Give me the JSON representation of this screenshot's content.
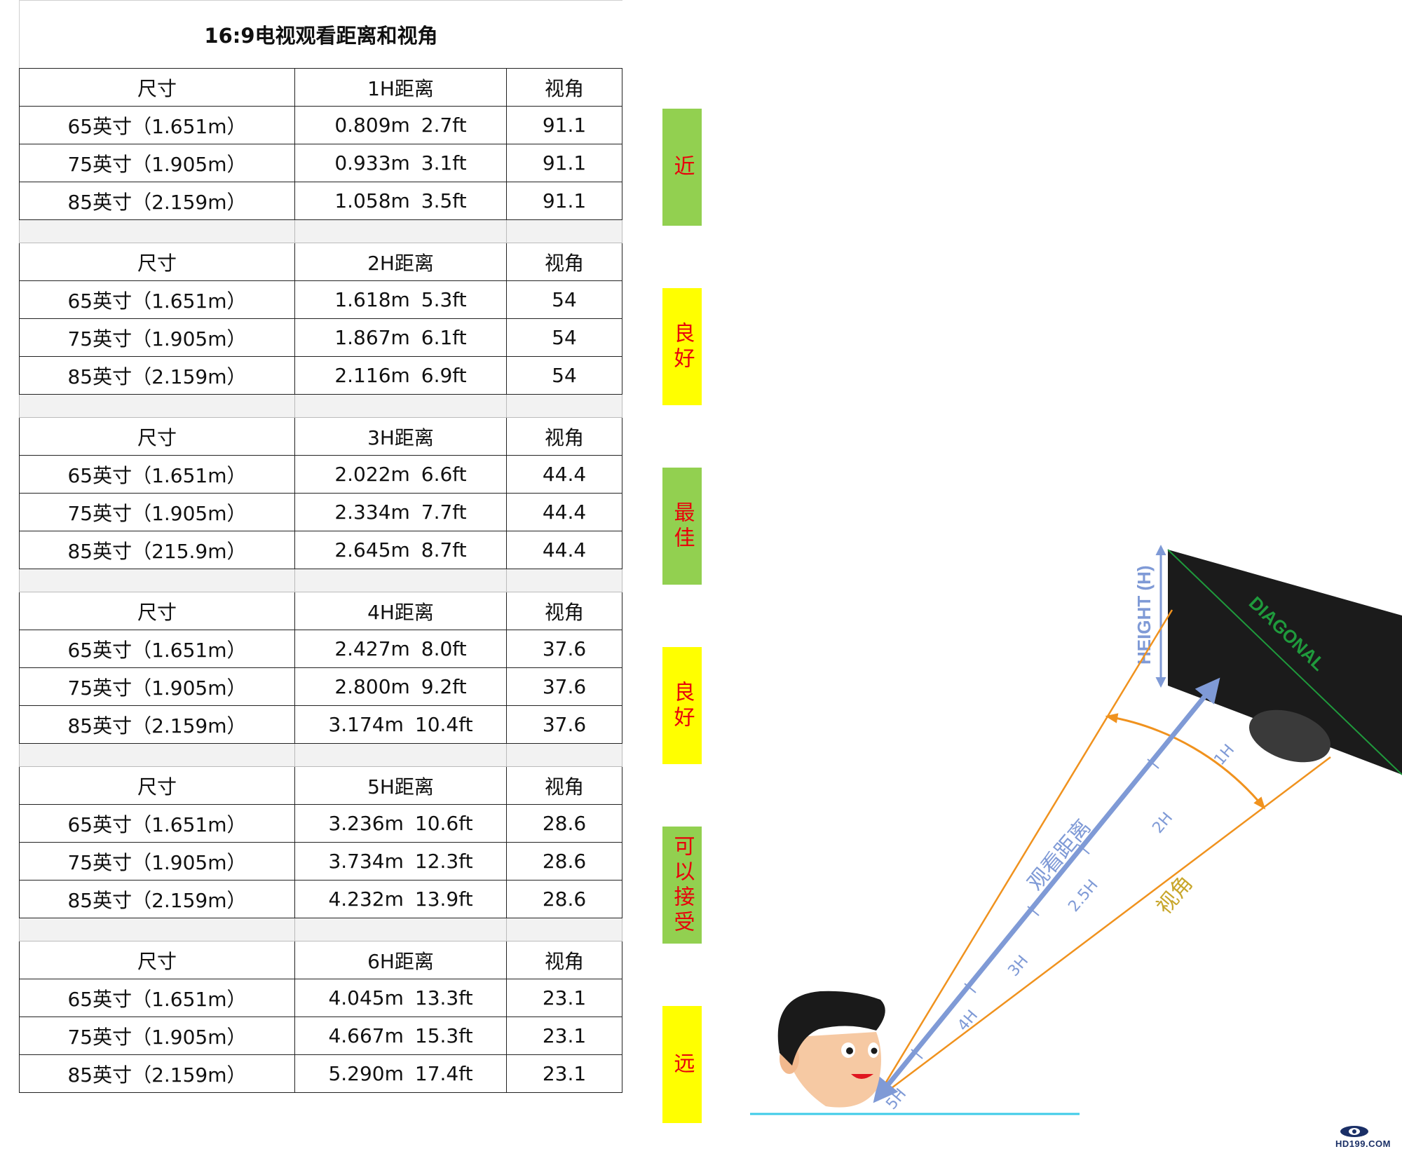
{
  "title": "16:9电视观看距离和视角",
  "header": {
    "size": "尺寸",
    "angle": "视角"
  },
  "sections": [
    {
      "distance_header": "1H距离",
      "badge": {
        "label": "近",
        "color": "#92d050"
      },
      "rows": [
        {
          "size": "65英寸（1.651m）",
          "dist_m": "0.809m",
          "dist_ft": "2.7ft",
          "angle": "91.1"
        },
        {
          "size": "75英寸（1.905m）",
          "dist_m": "0.933m",
          "dist_ft": "3.1ft",
          "angle": "91.1"
        },
        {
          "size": "85英寸（2.159m）",
          "dist_m": "1.058m",
          "dist_ft": "3.5ft",
          "angle": "91.1"
        }
      ]
    },
    {
      "distance_header": "2H距离",
      "badge": {
        "label": "良好",
        "color": "#ffff00"
      },
      "rows": [
        {
          "size": "65英寸（1.651m）",
          "dist_m": "1.618m",
          "dist_ft": "5.3ft",
          "angle": "54"
        },
        {
          "size": "75英寸（1.905m）",
          "dist_m": "1.867m",
          "dist_ft": "6.1ft",
          "angle": "54"
        },
        {
          "size": "85英寸（2.159m）",
          "dist_m": "2.116m",
          "dist_ft": "6.9ft",
          "angle": "54"
        }
      ]
    },
    {
      "distance_header": "3H距离",
      "badge": {
        "label": "最佳",
        "color": "#92d050"
      },
      "rows": [
        {
          "size": "65英寸（1.651m）",
          "dist_m": "2.022m",
          "dist_ft": "6.6ft",
          "angle": "44.4"
        },
        {
          "size": "75英寸（1.905m）",
          "dist_m": "2.334m",
          "dist_ft": "7.7ft",
          "angle": "44.4"
        },
        {
          "size": "85英寸（215.9m）",
          "dist_m": "2.645m",
          "dist_ft": "8.7ft",
          "angle": "44.4"
        }
      ]
    },
    {
      "distance_header": "4H距离",
      "badge": {
        "label": "良好",
        "color": "#ffff00"
      },
      "rows": [
        {
          "size": "65英寸（1.651m）",
          "dist_m": "2.427m",
          "dist_ft": "8.0ft",
          "angle": "37.6"
        },
        {
          "size": "75英寸（1.905m）",
          "dist_m": "2.800m",
          "dist_ft": "9.2ft",
          "angle": "37.6"
        },
        {
          "size": "85英寸（2.159m）",
          "dist_m": "3.174m",
          "dist_ft": "10.4ft",
          "angle": "37.6"
        }
      ]
    },
    {
      "distance_header": "5H距离",
      "badge": {
        "label": "可以接受",
        "color": "#92d050"
      },
      "rows": [
        {
          "size": "65英寸（1.651m）",
          "dist_m": "3.236m",
          "dist_ft": "10.6ft",
          "angle": "28.6"
        },
        {
          "size": "75英寸（1.905m）",
          "dist_m": "3.734m",
          "dist_ft": "12.3ft",
          "angle": "28.6"
        },
        {
          "size": "85英寸（2.159m）",
          "dist_m": "4.232m",
          "dist_ft": "13.9ft",
          "angle": "28.6"
        }
      ]
    },
    {
      "distance_header": "6H距离",
      "badge": {
        "label": "远",
        "color": "#ffff00"
      },
      "rows": [
        {
          "size": "65英寸（1.651m）",
          "dist_m": "4.045m",
          "dist_ft": "13.3ft",
          "angle": "23.1"
        },
        {
          "size": "75英寸（1.905m）",
          "dist_m": "4.667m",
          "dist_ft": "15.3ft",
          "angle": "23.1"
        },
        {
          "size": "85英寸（2.159m）",
          "dist_m": "5.290m",
          "dist_ft": "17.4ft",
          "angle": "23.1"
        }
      ]
    }
  ],
  "diagram": {
    "height_label": "HEIGHT (H)",
    "diagonal_label": "DIAGONAL",
    "distance_label": "观看距离",
    "angle_label": "视角",
    "ticks": [
      "1H",
      "2H",
      "2.5H",
      "3H",
      "4H",
      "5H"
    ]
  },
  "logo": {
    "text": "HD199.COM"
  },
  "colors": {
    "green": "#92d050",
    "yellow": "#ffff00",
    "badge_text": "#e8000b",
    "arrow": "#7f9ad6",
    "orange": "#f0921e",
    "diagonal": "#1f9a3c",
    "angle_label": "#c8a62a"
  }
}
